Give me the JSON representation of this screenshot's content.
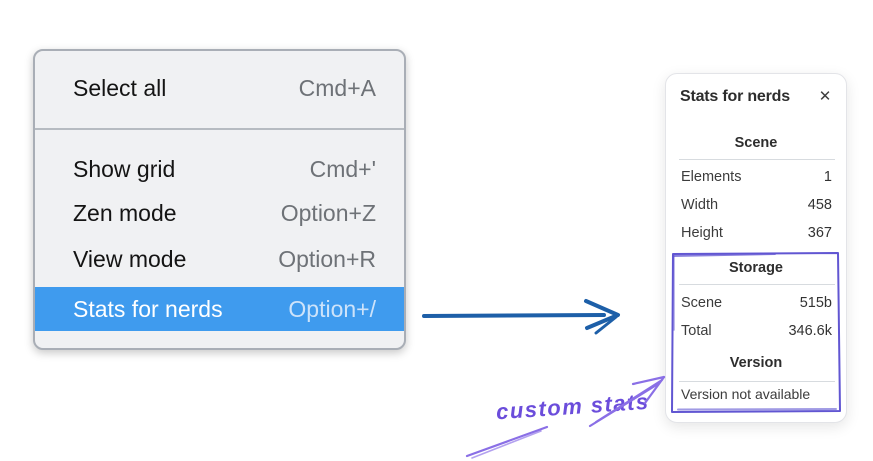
{
  "context_menu": {
    "items": [
      {
        "label": "Select all",
        "shortcut": "Cmd+A"
      },
      {
        "label": "Show grid",
        "shortcut": "Cmd+'"
      },
      {
        "label": "Zen mode",
        "shortcut": "Option+Z"
      },
      {
        "label": "View mode",
        "shortcut": "Option+R"
      },
      {
        "label": "Stats for nerds",
        "shortcut": "Option+/"
      }
    ],
    "highlighted_item": "Stats for nerds",
    "highlight_color": "#3f9bee"
  },
  "stats_panel": {
    "title": "Stats for nerds",
    "close_label": "✕",
    "scene": {
      "heading": "Scene",
      "rows": [
        {
          "label": "Elements",
          "value": "1"
        },
        {
          "label": "Width",
          "value": "458"
        },
        {
          "label": "Height",
          "value": "367"
        }
      ]
    },
    "storage": {
      "heading": "Storage",
      "rows": [
        {
          "label": "Scene",
          "value": "515b"
        },
        {
          "label": "Total",
          "value": "346.6k"
        }
      ]
    },
    "version": {
      "heading": "Version",
      "note": "Version not available"
    }
  },
  "annotation": {
    "label": "custom stats",
    "color": "#6b4ddb"
  },
  "colors": {
    "menu_background": "#f0f1f3",
    "menu_border": "#a9aeb6",
    "flow_arrow_blue": "#1d5fa8",
    "sketch_box_purple": "#6156d2",
    "annotation_purple": "#8a6fe6"
  }
}
